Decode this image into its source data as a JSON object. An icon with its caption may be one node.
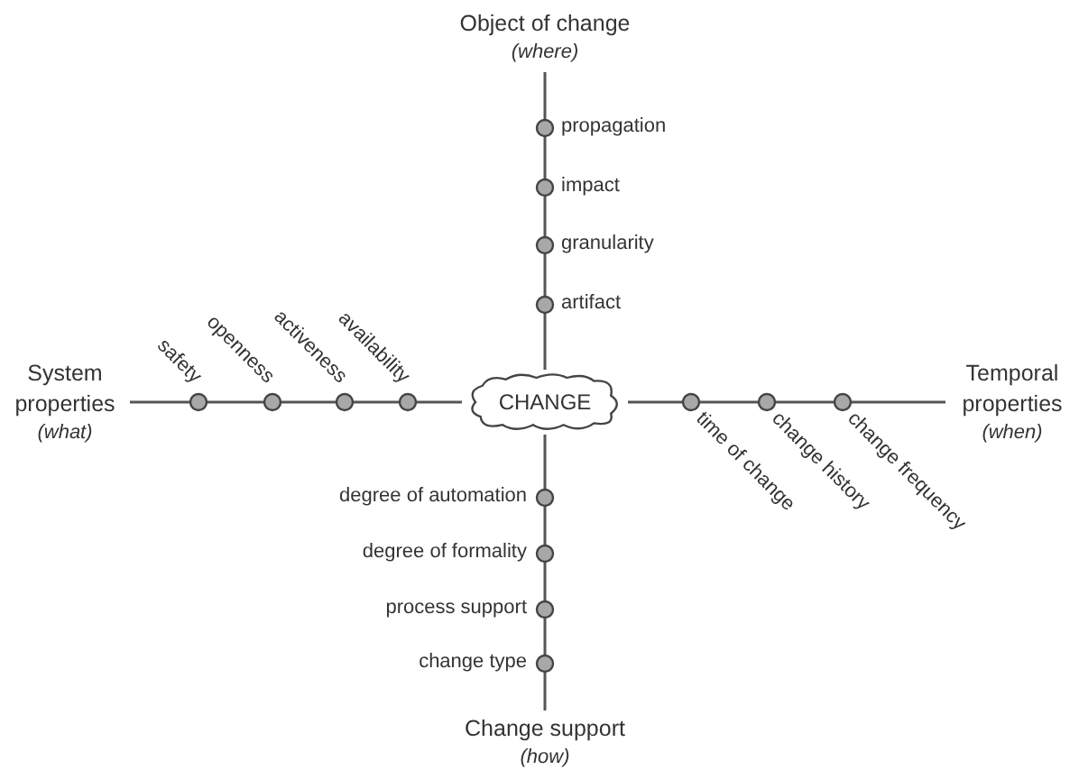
{
  "diagram": {
    "nodes": [
      {
        "text": [
          "Object of change",
          "(where)"
        ]
      },
      {
        "text": [
          "System properties",
          "(what)"
        ]
      },
      {
        "text": [
          "CHANGE"
        ]
      },
      {
        "text": [
          "Temporal properties",
          "(when)"
        ]
      },
      {
        "text": [
          "Change support",
          "(how)"
        ]
      }
    ],
    "edges": [
      {
        "from": 2,
        "to": 0,
        "arrow": "none"
      },
      {
        "from": 2,
        "to": 1,
        "arrow": "none"
      },
      {
        "from": 2,
        "to": 3,
        "arrow": "none"
      },
      {
        "from": 2,
        "to": 4,
        "arrow": "none"
      }
    ],
    "labels": [
      "propagation",
      "impact",
      "granularity",
      "artifact",
      "safety",
      "openness",
      "activeness",
      "availability",
      "time of change",
      "change history",
      "change frequency",
      "degree of automation",
      "degree of formality",
      "process support",
      "change type"
    ]
  }
}
